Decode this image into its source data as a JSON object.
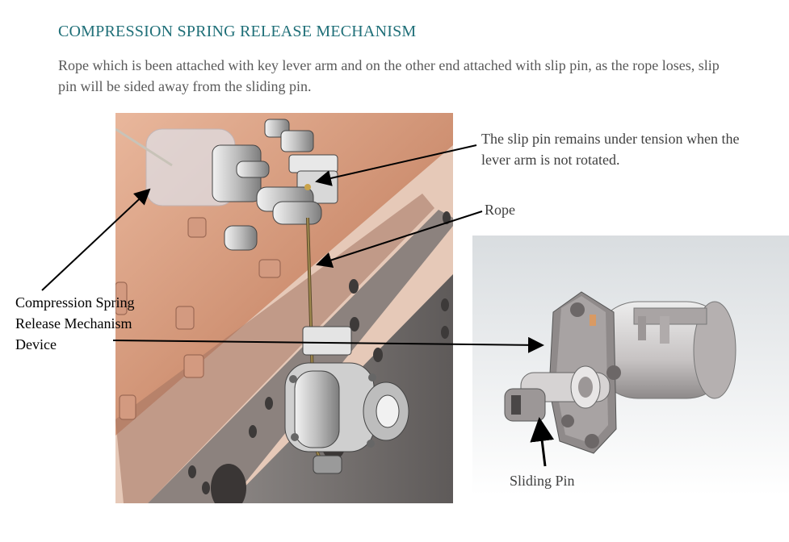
{
  "heading": "COMPRESSION SPRING RELEASE MECHANISM",
  "description": "Rope which is been attached with key lever arm and on the other end attached with slip pin, as the rope loses, slip pin will be sided away from the sliding pin.",
  "labels": {
    "slip_pin_line1": "The slip pin remains under tension when the",
    "slip_pin_line2": "lever arm is not rotated.",
    "rope": "Rope",
    "device_line1": "Compression Spring",
    "device_line2": "Release Mechanism",
    "device_line3": "Device",
    "sliding_pin": "Sliding Pin"
  },
  "colors": {
    "heading": "#1f6f78",
    "body_text": "#595959",
    "copper": "#c98a6b",
    "panel_grey": "#6e6a68"
  }
}
